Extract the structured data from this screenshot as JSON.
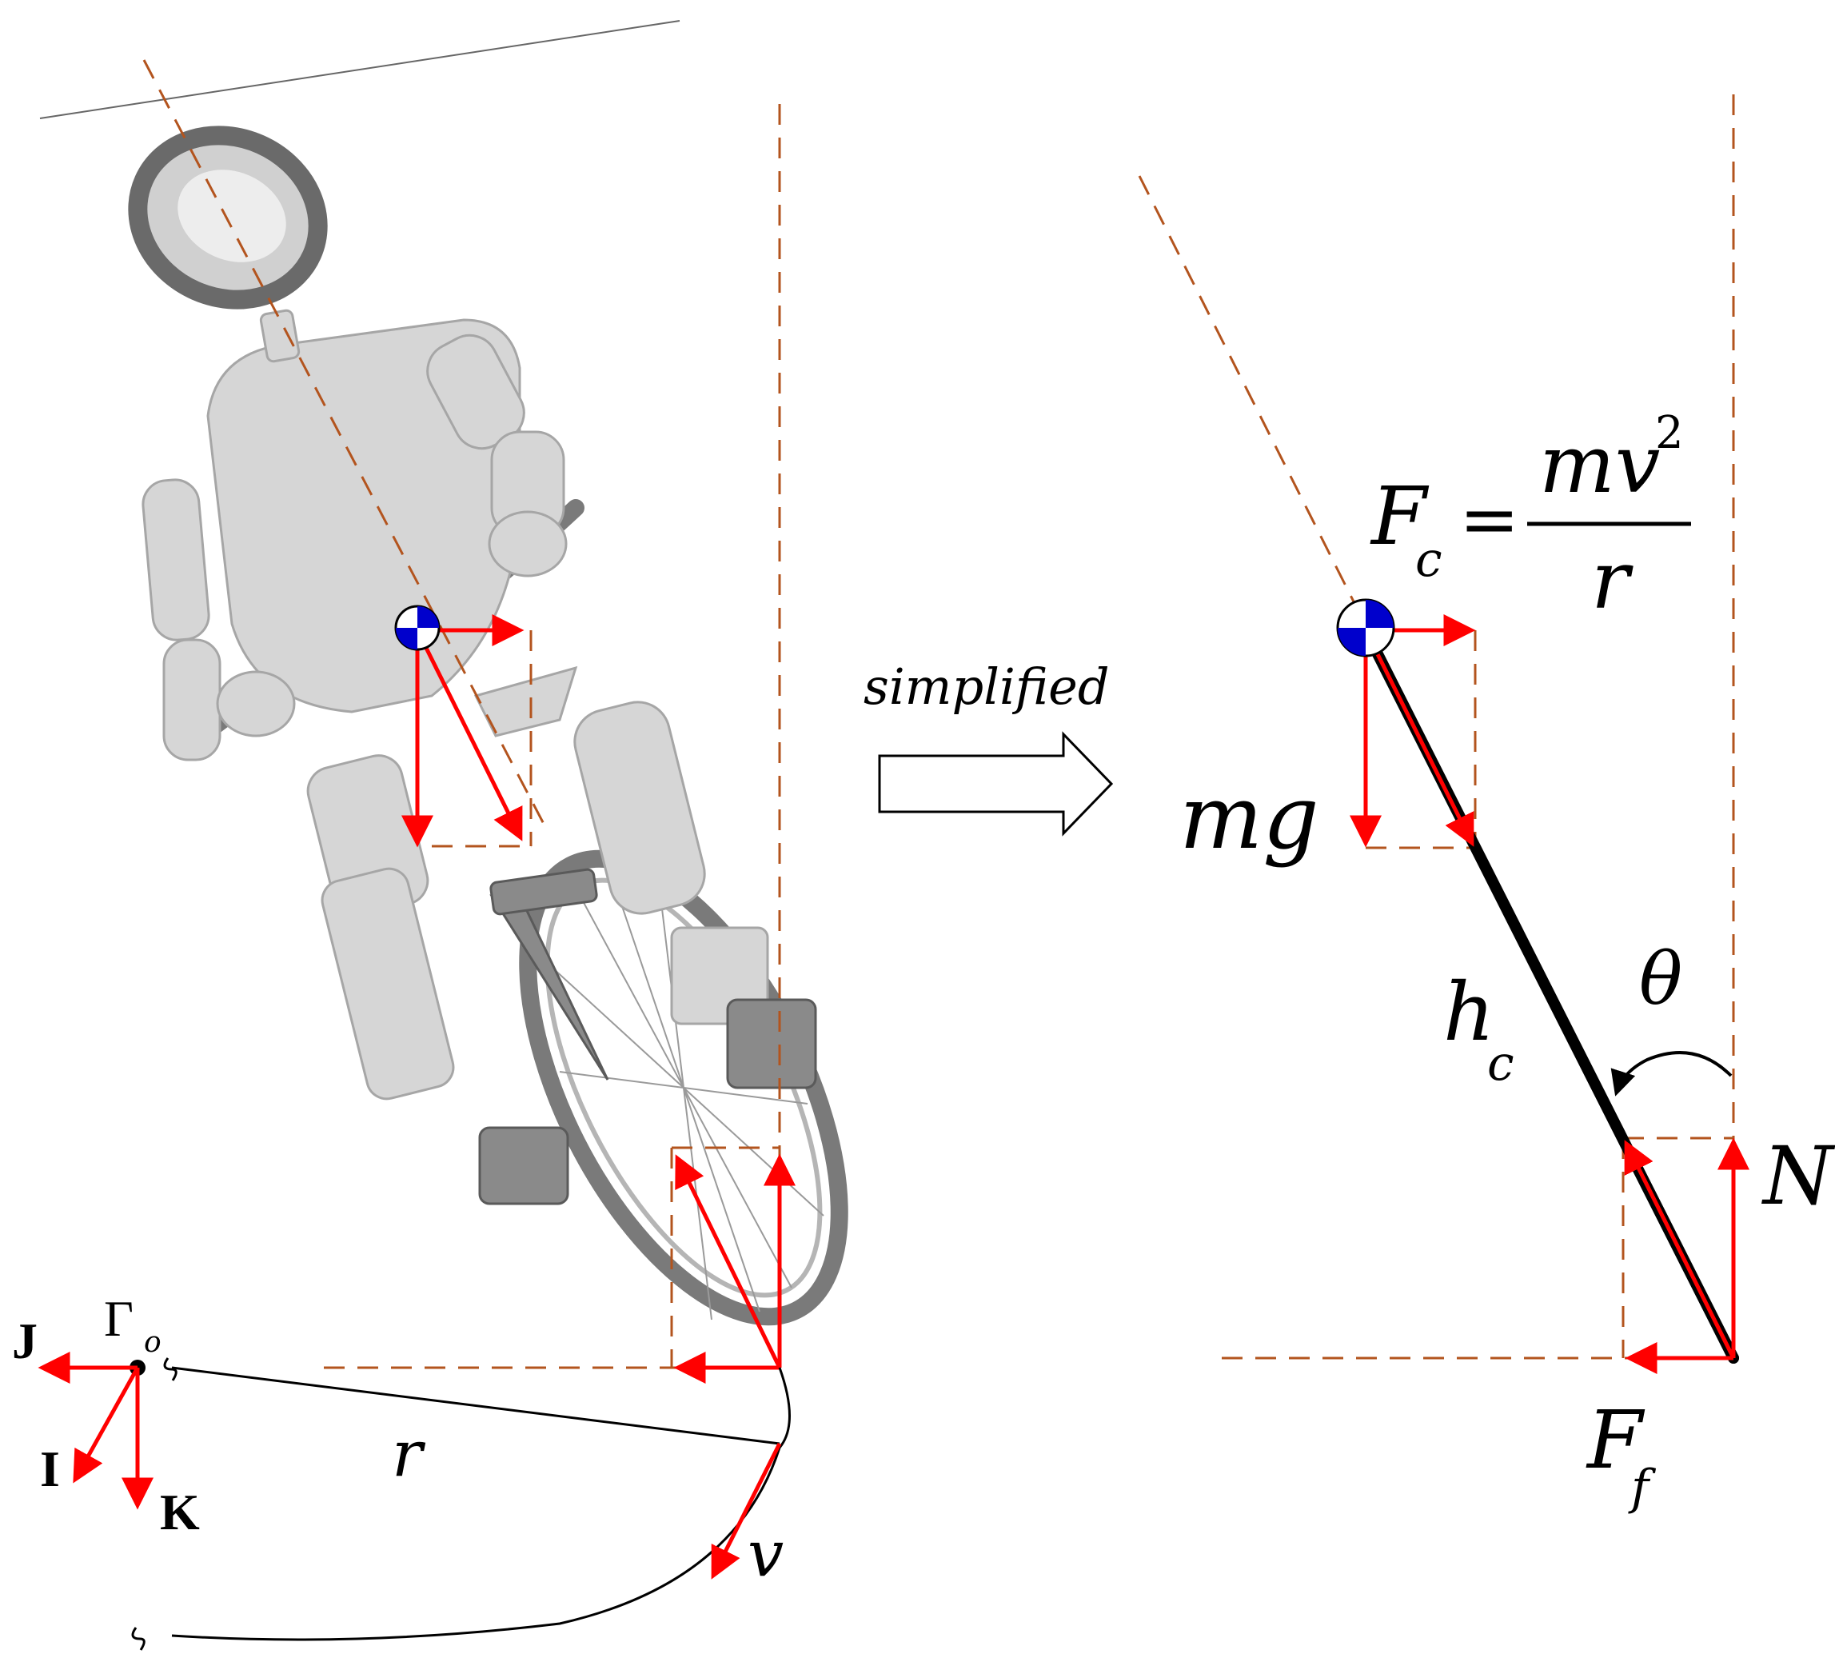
{
  "labels": {
    "axis_J": "J",
    "axis_I": "I",
    "axis_K": "K",
    "gamma": "Γ",
    "gamma_sub": "o",
    "radius": "r",
    "velocity": "v",
    "process": "simplified",
    "centripetal_F": "F",
    "centripetal_F_sub": "c",
    "equals": "=",
    "numerator": "mv",
    "numerator_exp": "2",
    "denominator": "r",
    "gravity": "mg",
    "height": "h",
    "height_sub": "c",
    "angle": "θ",
    "normal": "N",
    "friction": "F",
    "friction_sub": "f"
  },
  "colors": {
    "force_arrow": "#ff0000",
    "guide_line": "#b3541e",
    "com_marker": "#0000cc",
    "body": "#d6d6d6"
  },
  "icons": {
    "center_of_mass": "center-of-mass-icon",
    "process_arrow": "hollow-arrow-right-icon"
  }
}
